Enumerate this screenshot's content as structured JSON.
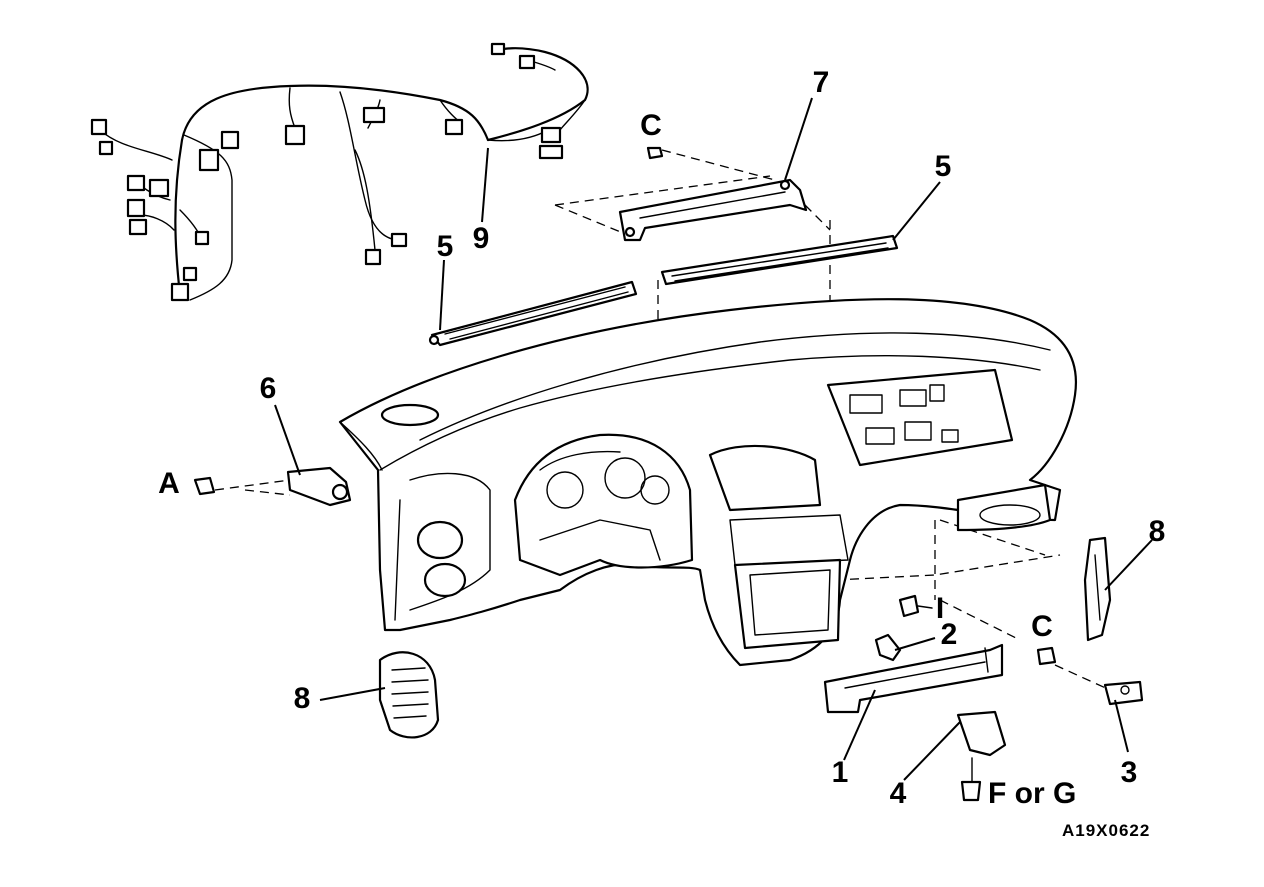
{
  "diagram": {
    "code": "A19X0622",
    "callouts": {
      "n1": "1",
      "n2": "2",
      "n3": "3",
      "n4": "4",
      "n5a": "5",
      "n5b": "5",
      "n6": "6",
      "n7": "7",
      "n8a": "8",
      "n8b": "8",
      "n9": "9",
      "cA": "A",
      "cC1": "C",
      "cC2": "C",
      "cI": "I",
      "cFG": "F or G"
    }
  }
}
